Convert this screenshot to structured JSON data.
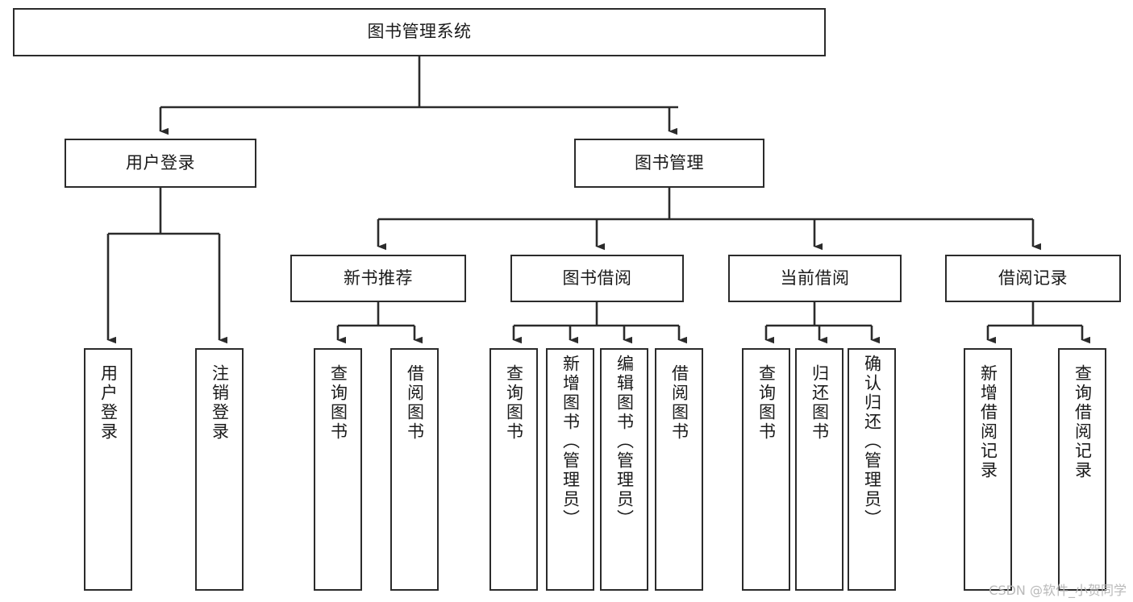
{
  "diagram": {
    "title": "图书管理系统",
    "watermark": "CSDN @软件_小贺同学",
    "colors": {
      "border": "#2b2b2b",
      "background": "#ffffff",
      "text": "#1a1a1a",
      "watermark": "#b9b9b9"
    },
    "levels": {
      "root": {
        "label": "图书管理系统"
      },
      "level2": [
        {
          "label": "用户登录"
        },
        {
          "label": "图书管理"
        }
      ],
      "level3": [
        {
          "label": "新书推荐"
        },
        {
          "label": "图书借阅"
        },
        {
          "label": "当前借阅"
        },
        {
          "label": "借阅记录"
        }
      ],
      "leaves": [
        {
          "label": "用户登录",
          "parent": "用户登录"
        },
        {
          "label": "注销登录",
          "parent": "用户登录"
        },
        {
          "label": "查询图书",
          "parent": "新书推荐"
        },
        {
          "label": "借阅图书",
          "parent": "新书推荐"
        },
        {
          "label": "查询图书",
          "parent": "图书借阅"
        },
        {
          "label": "新增图书（管理员）",
          "parent": "图书借阅"
        },
        {
          "label": "编辑图书（管理员）",
          "parent": "图书借阅"
        },
        {
          "label": "借阅图书",
          "parent": "图书借阅"
        },
        {
          "label": "查询图书",
          "parent": "当前借阅"
        },
        {
          "label": "归还图书",
          "parent": "当前借阅"
        },
        {
          "label": "确认归还（管理员）",
          "parent": "当前借阅"
        },
        {
          "label": "新增借阅记录",
          "parent": "借阅记录"
        },
        {
          "label": "查询借阅记录",
          "parent": "借阅记录"
        }
      ]
    }
  }
}
